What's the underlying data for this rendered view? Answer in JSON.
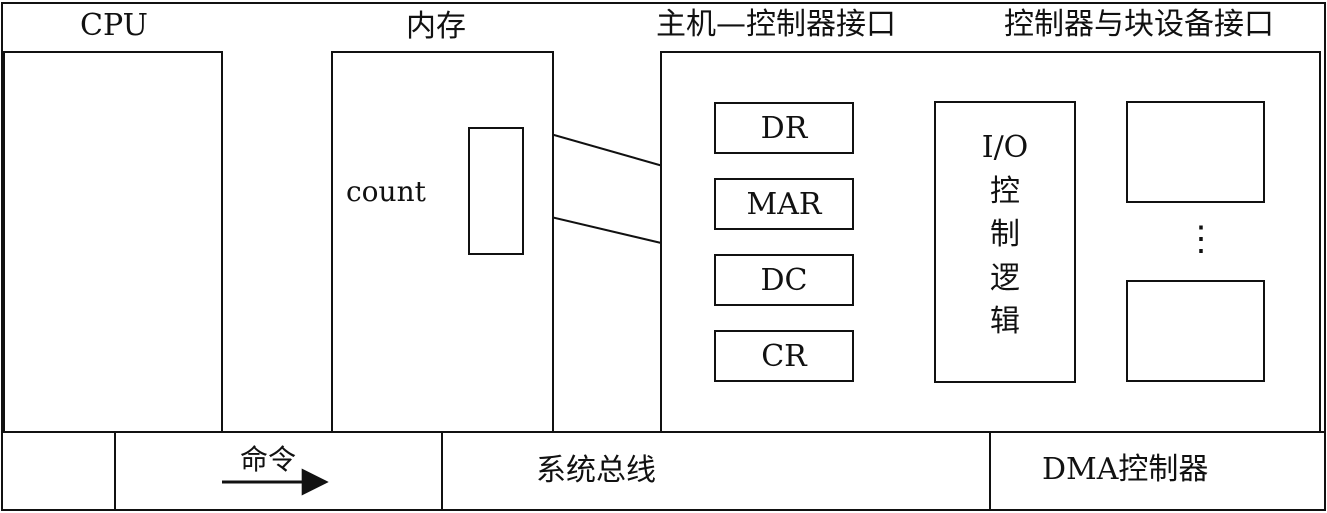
{
  "labels": {
    "cpu": "CPU",
    "memory": "内存",
    "host_controller_interface": "主机—控制器接口",
    "controller_block_interface": "控制器与块设备接口",
    "count": "count",
    "command": "命令",
    "system_bus": "系统总线",
    "dma_controller": "DMA控制器",
    "vdots": "⋮"
  },
  "registers": [
    "DR",
    "MAR",
    "DC",
    "CR"
  ],
  "io_logic": [
    "I/O",
    "控",
    "制",
    "逻",
    "辑"
  ]
}
